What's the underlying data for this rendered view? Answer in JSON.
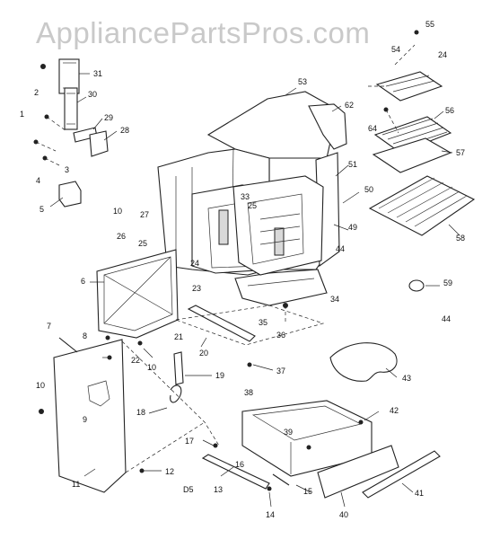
{
  "watermark": "AppliancePartsPros.com",
  "labels": {
    "l1": "1",
    "l2": "2",
    "l3": "3",
    "l4": "4",
    "l5": "5",
    "l6": "6",
    "l7": "7",
    "l8": "8",
    "l9": "9",
    "l10a": "10",
    "l10b": "10",
    "l10c": "10",
    "l11": "11",
    "l12": "12",
    "l13": "13",
    "l14": "14",
    "l15": "15",
    "l16": "16",
    "l17": "17",
    "l18": "18",
    "l19": "19",
    "l20": "20",
    "l21": "21",
    "l22": "22",
    "l23": "23",
    "l24a": "24",
    "l24b": "24",
    "l25a": "25",
    "l25b": "25",
    "l26": "26",
    "l27": "27",
    "l28": "28",
    "l29": "29",
    "l30": "30",
    "l31": "31",
    "l33": "33",
    "l34": "34",
    "l35": "35",
    "l36": "36",
    "l37": "37",
    "l38": "38",
    "l39": "39",
    "l40": "40",
    "l41": "41",
    "l42": "42",
    "l43": "43",
    "l44a": "44",
    "l44b": "44",
    "l49": "49",
    "l50": "50",
    "l51": "51",
    "l53": "53",
    "l54": "54",
    "l55": "55",
    "l56": "56",
    "l57": "57",
    "l58": "58",
    "l59": "59",
    "l62": "62",
    "l64": "64",
    "d5": "D5"
  }
}
